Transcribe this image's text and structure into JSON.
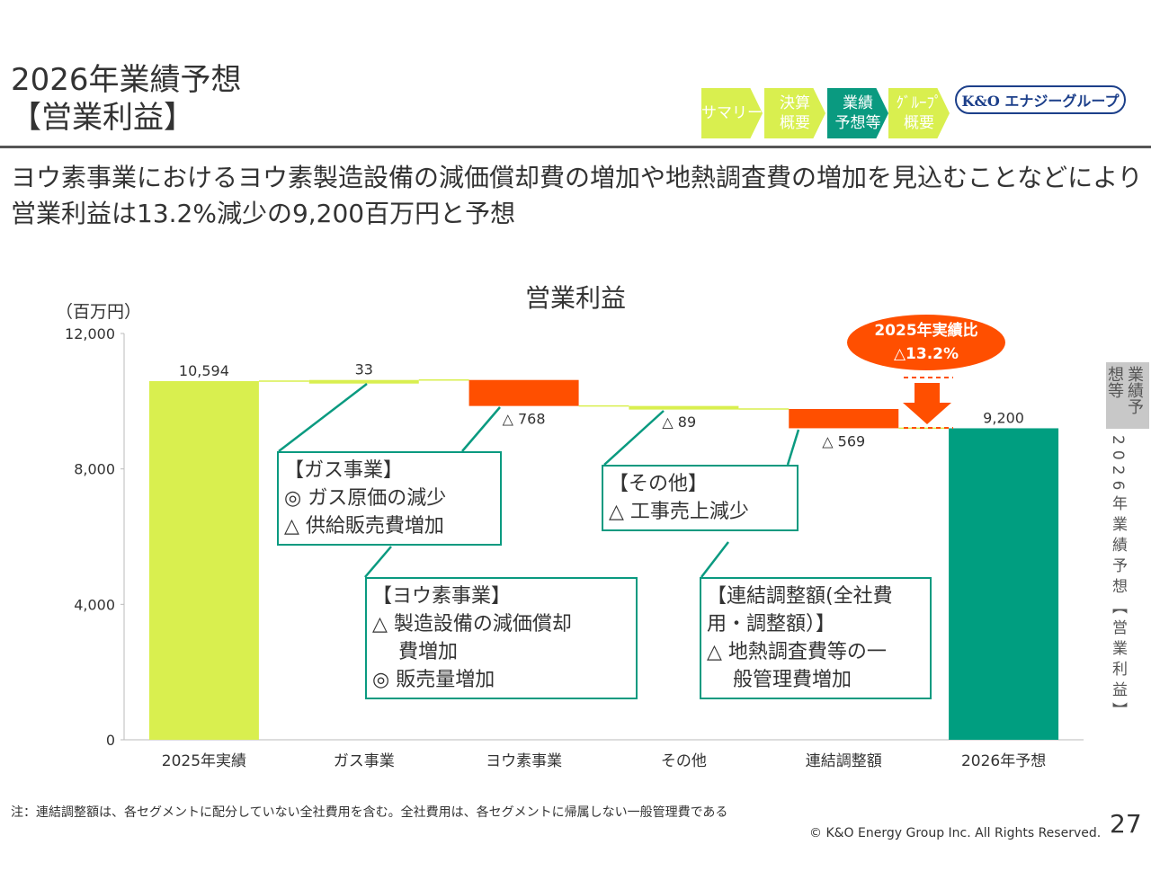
{
  "header": {
    "title_line1": "2026年業績予想",
    "title_line2": "【営業利益】",
    "nav": [
      {
        "label": "サマリー",
        "active": false
      },
      {
        "label": "決算\n概要",
        "active": false
      },
      {
        "label": "業績\n予想等",
        "active": true
      },
      {
        "label": "ｸﾞﾙｰﾌﾟ\n概要",
        "active": false
      }
    ],
    "brand": "K&O エナジーグループ"
  },
  "lead": "ヨウ素事業におけるヨウ素製造設備の減価償却費の増加や地熱調査費の増加を見込むことなどにより営業利益は13.2%減少の9,200百万円と予想",
  "side": {
    "section": "業績予想等",
    "page_title": "2026年業績予想【営業利益】"
  },
  "colors": {
    "increase": "#d9ef4f",
    "decrease": "#ff4f00",
    "total_start": "#d9ef4f",
    "total_end": "#009e80",
    "border": "#0a9a80"
  },
  "chart_data": {
    "type": "waterfall",
    "title": "営業利益",
    "ylabel": "（百万円）",
    "ylim": [
      0,
      12000
    ],
    "yticks": [
      0,
      4000,
      8000,
      12000
    ],
    "ytick_labels": [
      "0",
      "4,000",
      "8,000",
      "12,000"
    ],
    "categories": [
      "2025年実績",
      "ガス事業",
      "ヨウ素事業",
      "その他",
      "連結調整額",
      "2026年予想"
    ],
    "values": [
      10594,
      33,
      -768,
      -89,
      -569,
      9200
    ],
    "kinds": [
      "total",
      "delta",
      "delta",
      "delta",
      "delta",
      "total"
    ],
    "bar_colors": [
      "#d9ef4f",
      "#d9ef4f",
      "#ff4f00",
      "#d9ef4f",
      "#ff4f00",
      "#009e80"
    ],
    "data_labels": [
      "10,594",
      "33",
      "△ 768",
      "△ 89",
      "△ 569",
      "9,200"
    ],
    "bubble": [
      "2025年実績比",
      "△13.2%"
    ]
  },
  "callouts": [
    {
      "lines": [
        "【ガス事業】",
        "◎ ガス原価の減少",
        "△ 供給販売費増加"
      ]
    },
    {
      "lines": [
        "【ヨウ素事業】",
        "△ 製造設備の減価償却",
        "　 費増加",
        "◎ 販売量増加"
      ]
    },
    {
      "lines": [
        "【その他】",
        "△ 工事売上減少"
      ]
    },
    {
      "lines": [
        "【連結調整額(全社費",
        "用・調整額）】",
        "△ 地熱調査費等の一",
        "　 般管理費増加"
      ]
    }
  ],
  "footer": {
    "note": "注：連結調整額は、各セグメントに配分していない全社費用を含む。全社費用は、各セグメントに帰属しない一般管理費である",
    "copyright": "© K&O Energy Group Inc. All Rights Reserved.",
    "page": "27"
  }
}
